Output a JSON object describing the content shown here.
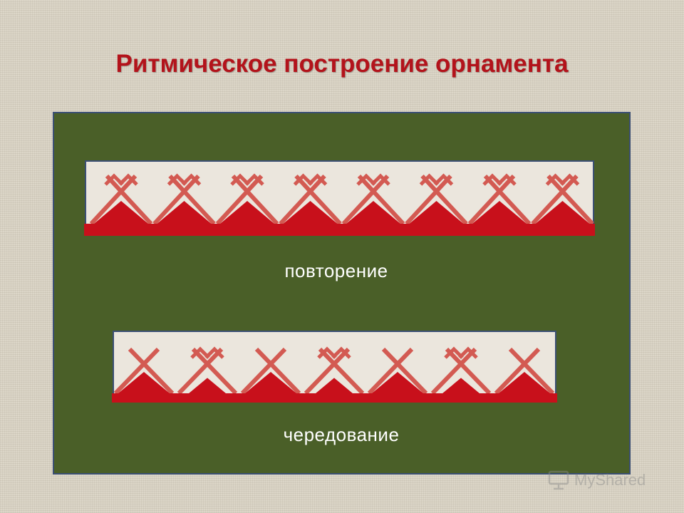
{
  "title": "Ритмическое построение орнамента",
  "rows": [
    {
      "caption": "повторение",
      "pattern": "repeat",
      "motif_count": 8
    },
    {
      "caption": "чередование",
      "pattern": "alternate",
      "motif_count": 7
    }
  ],
  "watermark": {
    "text": "MyShared",
    "icon": "monitor-icon"
  },
  "colors": {
    "title": "#b3131b",
    "panel": "#4a5f28",
    "panel_border": "#3b4f74",
    "strip_bg": "#ebe6dd",
    "ornament_solid": "#c8101b",
    "ornament_line": "#d35a52",
    "caption": "#ffffff"
  }
}
